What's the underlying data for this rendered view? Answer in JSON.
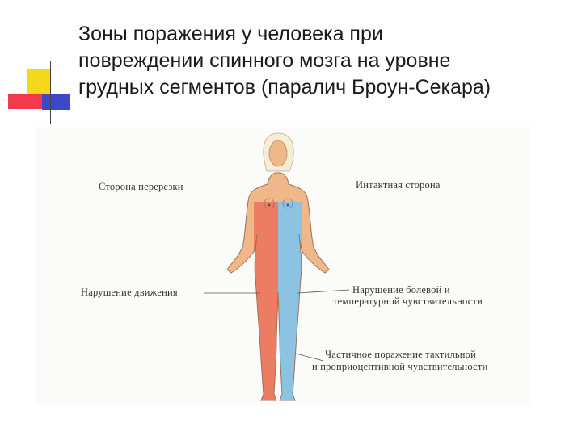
{
  "title": {
    "line1": "Зоны поражения у человека при",
    "line2": "повреждении спинного мозга на уровне",
    "line3": "грудных сегментов (паралич Броун-Секара)"
  },
  "diagram": {
    "label_cut_side": "Сторона перерезки",
    "label_intact_side": "Интактная сторона",
    "label_motor": "Нарушение движения",
    "label_pain_line1": "Нарушение болевой и",
    "label_pain_line2": "температурной чувствительности",
    "label_tactile_line1": "Частичное поражение тактильной",
    "label_tactile_line2": "и проприоцептивной чувствительности"
  },
  "colors": {
    "affected_motor": "#ec7d62",
    "affected_sensory": "#8cc3e2",
    "skin": "#f0b888",
    "hair": "#f7ecd6",
    "deco_yellow": "#f6d81a",
    "deco_red": "#f23a4c",
    "deco_blue": "#3c48c8"
  }
}
